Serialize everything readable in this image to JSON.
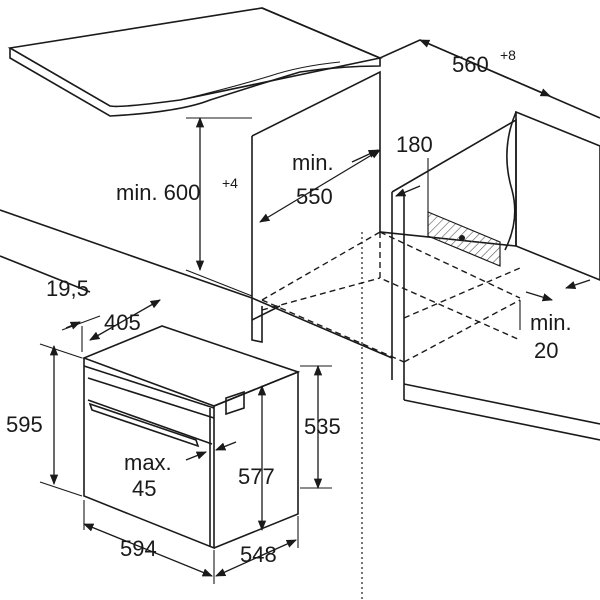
{
  "colors": {
    "ink": "#1a1a1a",
    "counter_top": "#e6e6e6",
    "cabinet_side": "#d8d8d8",
    "hatch": "#9a9a9a"
  },
  "labels": {
    "min600": {
      "text": "min. 600",
      "sup": "+4"
    },
    "min550_line1": "min.",
    "min550_line2": "550",
    "d180": "180",
    "d560": {
      "text": "560",
      "sup": "+8"
    },
    "min20_line1": "min.",
    "min20_line2": "20",
    "d19_5": "19,5",
    "d405": "405",
    "d595": "595",
    "d535": "535",
    "max45_line1": "max.",
    "max45_line2": "45",
    "d577": "577",
    "d594": "594",
    "d548": "548"
  }
}
